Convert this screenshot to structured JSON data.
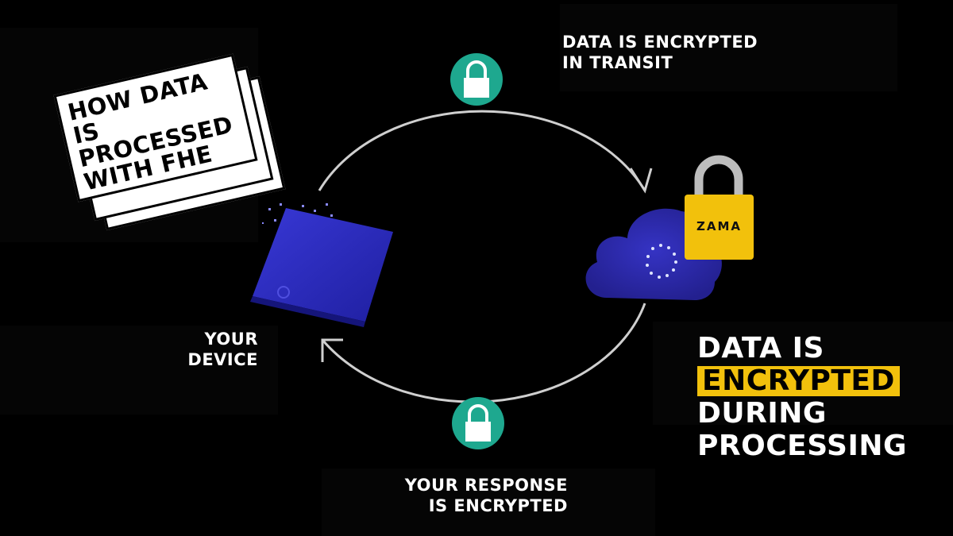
{
  "title": {
    "lines": [
      "HOW DATA IS",
      "PROCESSED",
      "WITH FHE"
    ]
  },
  "labels": {
    "transit": [
      "DATA IS ENCRYPTED",
      "IN TRANSIT"
    ],
    "device": [
      "YOUR",
      "DEVICE"
    ],
    "response": [
      "YOUR RESPONSE",
      "IS ENCRYPTED"
    ]
  },
  "processing": {
    "line1": "DATA IS",
    "highlight": "ENCRYPTED",
    "line3": "DURING",
    "line4": "PROCESSING"
  },
  "cloud_lock": {
    "brand": "ZAMA"
  },
  "colors": {
    "accent_yellow": "#f2c10c",
    "lock_teal": "#1ea88f",
    "device_blue": "#2a2ab8",
    "cloud_blue": "#2c2aa6",
    "cycle_stroke": "#cfcfcf"
  },
  "icons": [
    "padlock-icon",
    "padlock-icon",
    "zama-padlock-icon",
    "smartphone-icon",
    "cloud-icon"
  ]
}
